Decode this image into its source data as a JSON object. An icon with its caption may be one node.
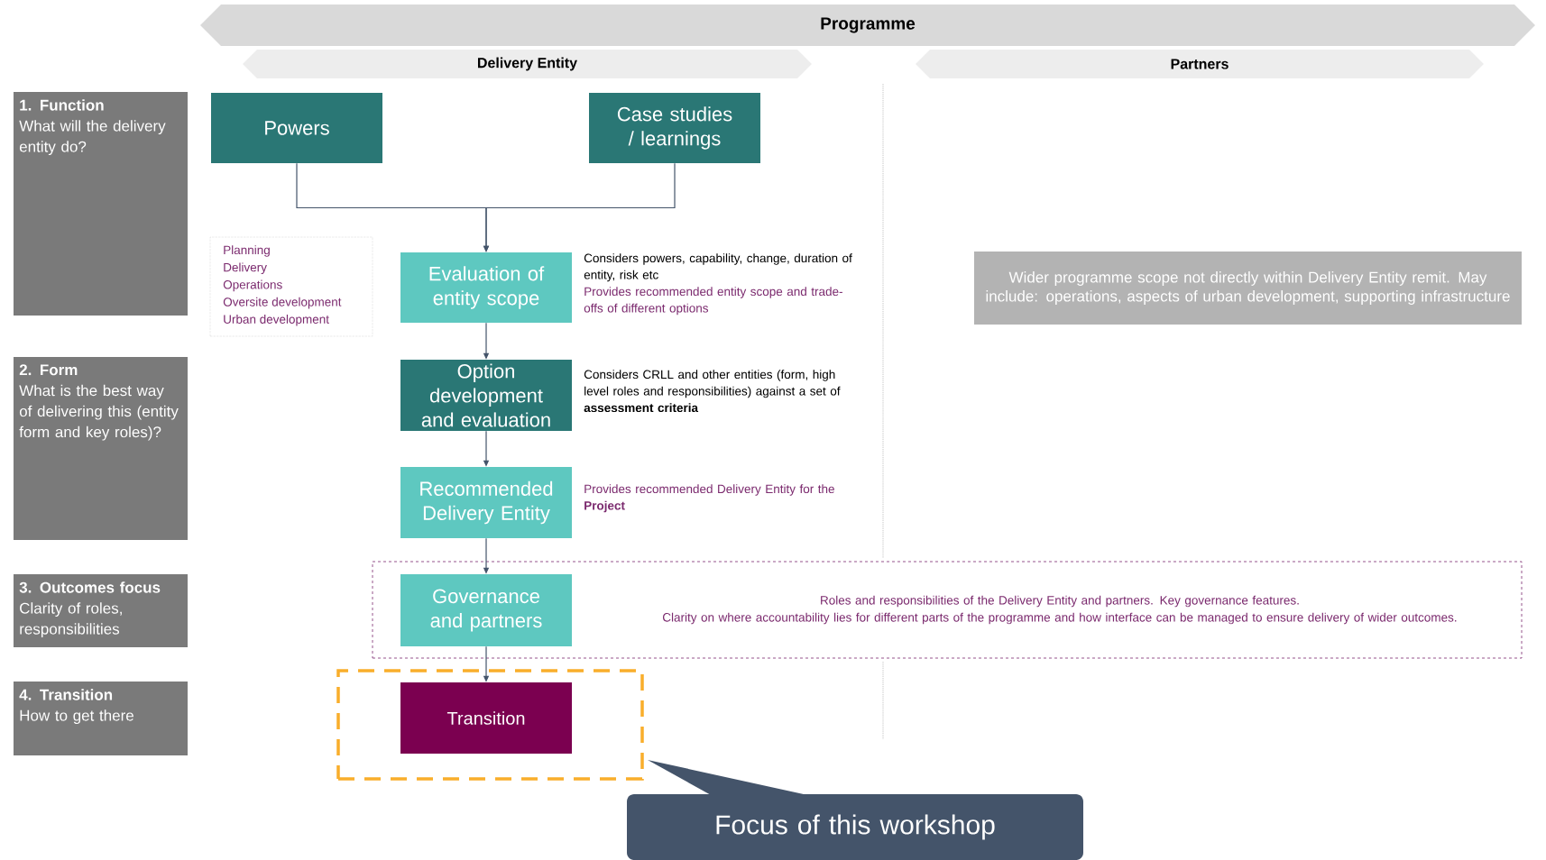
{
  "diagram": {
    "nodes": [
      {
        "text": [
          "Programme"
        ]
      },
      {
        "text": [
          "Delivery Entity"
        ]
      },
      {
        "text": [
          "Partners"
        ]
      },
      {
        "text": [
          "1. Function",
          "What will the delivery entity do?"
        ]
      },
      {
        "text": [
          "2. Form",
          "What is the best way of delivering this (entity form and key roles)?"
        ]
      },
      {
        "text": [
          "3. Outcomes focus",
          "Clarity of roles, responsibilities"
        ]
      },
      {
        "text": [
          "4. Transition",
          "How to get there"
        ]
      },
      {
        "text": [
          "Powers"
        ]
      },
      {
        "text": [
          "Case studies / learnings"
        ]
      },
      {
        "text": [
          "Planning",
          "Delivery",
          "Operations",
          "Oversite development",
          "Urban development"
        ]
      },
      {
        "text": [
          "Evaluation of entity scope"
        ],
        "beside": [
          "Considers powers, capability, change, duration of entity, risk etc",
          "Provides recommended entity scope and trade-offs of different options"
        ]
      },
      {
        "text": [
          "Option development and evaluation"
        ],
        "beside": [
          "Considers CRLL and other entities (form, high level roles and responsibilities) against a set of **assessment criteria**"
        ]
      },
      {
        "text": [
          "Recommended Delivery Entity"
        ],
        "beside": [
          "Provides recommended Delivery Entity for the **Project**"
        ]
      },
      {
        "text": [
          "Roles and responsibilities of the Delivery Entity and partners. Key governance features.",
          "Clarity on where accountability lies for different parts of the programme and how interface can be managed to ensure delivery of wider outcomes."
        ]
      },
      {
        "text": [
          "Governance and partners"
        ],
        "in": 13
      },
      {
        "text": [],
        "shape": "box"
      },
      {
        "text": [
          "Transition"
        ],
        "in": 15
      },
      {
        "text": [
          "Wider programme scope not directly within Delivery Entity remit. May include: operations, aspects of urban development, supporting infrastructure"
        ]
      },
      {
        "text": [
          "Focus of this workshop"
        ]
      }
    ],
    "edges": [
      {
        "from": 7,
        "to": 10,
        "arrow": "to"
      },
      {
        "from": 8,
        "to": 10,
        "arrow": "to"
      },
      {
        "from": 10,
        "to": 11,
        "arrow": "to"
      },
      {
        "from": 11,
        "to": 12,
        "arrow": "to"
      },
      {
        "from": 12,
        "to": 14,
        "arrow": "to"
      },
      {
        "from": 14,
        "to": 16,
        "arrow": "to"
      }
    ]
  }
}
